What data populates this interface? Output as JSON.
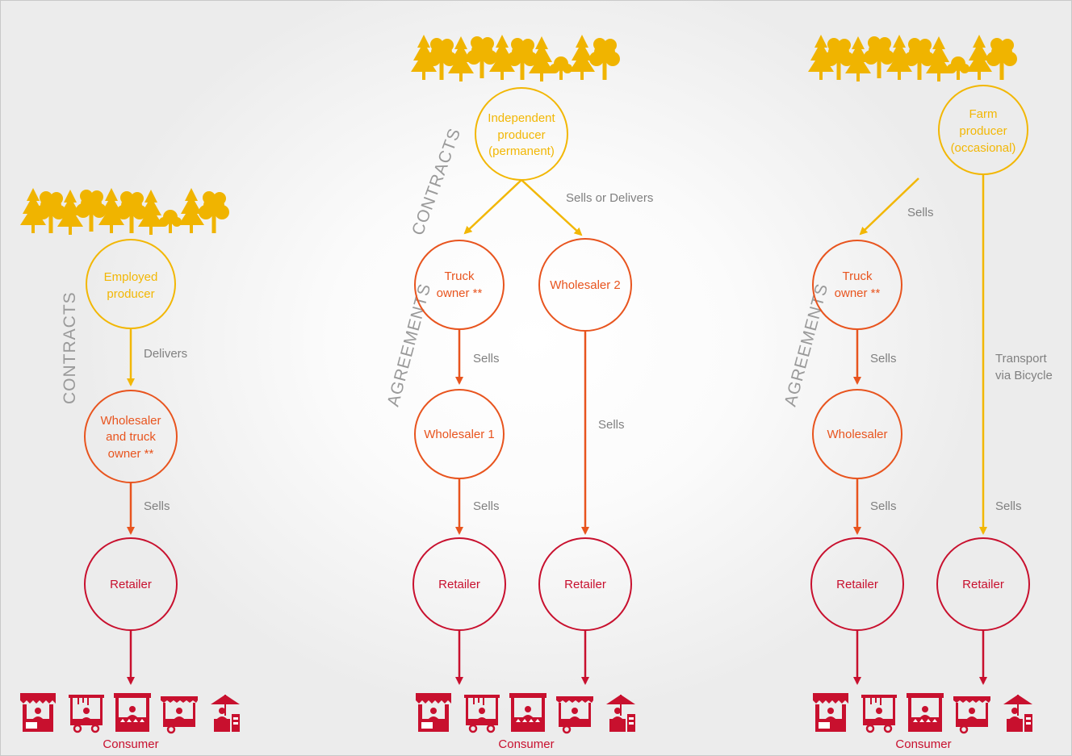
{
  "colors": {
    "producer": "#f2b705",
    "intermediary": "#e8541e",
    "retailer": "#c8102e",
    "label": "#808080",
    "tree": "#f0b400"
  },
  "icons": [
    "tree-icon",
    "market-stall-icon",
    "food-cart-icon",
    "vendor-stand-icon",
    "umbrella-stall-icon"
  ],
  "chains": [
    {
      "side_label": "CONTRACTS",
      "nodes": [
        {
          "lines": [
            "Employed",
            "producer"
          ],
          "level": "producer"
        },
        {
          "lines": [
            "Wholesaler",
            "and truck",
            "owner **"
          ],
          "level": "intermediary"
        },
        {
          "lines": [
            "Retailer"
          ],
          "level": "retailer"
        }
      ],
      "edge_labels": [
        "Delivers",
        "Sells"
      ],
      "consumer": "Consumer"
    },
    {
      "side_labels": [
        "CONTRACTS",
        "AGREEMENTS"
      ],
      "producer": {
        "lines": [
          "Independent",
          "producer",
          "(permanent)"
        ]
      },
      "split_label": "Sells or Delivers",
      "branch_a": {
        "nodes": [
          {
            "lines": [
              "Truck",
              "owner **"
            ]
          },
          {
            "lines": [
              "Wholesaler 1"
            ]
          },
          {
            "lines": [
              "Retailer"
            ]
          }
        ],
        "edge_labels": [
          "Sells",
          "Sells"
        ]
      },
      "branch_b": {
        "nodes": [
          {
            "lines": [
              "Wholesaler 2"
            ]
          },
          {
            "lines": [
              "Retailer"
            ]
          }
        ],
        "edge_labels": [
          "Sells"
        ]
      },
      "consumer": "Consumer"
    },
    {
      "side_label": "AGREEMENTS",
      "producer": {
        "lines": [
          "Farm",
          "producer",
          "(occasional)"
        ]
      },
      "incoming_label": "Sells",
      "branch_a": {
        "nodes": [
          {
            "lines": [
              "Truck",
              "owner **"
            ]
          },
          {
            "lines": [
              "Wholesaler"
            ]
          },
          {
            "lines": [
              "Retailer"
            ]
          }
        ],
        "edge_labels": [
          "Sells",
          "Sells"
        ]
      },
      "branch_b": {
        "transport_label": [
          "Transport",
          "via Bicycle"
        ],
        "edge_label": "Sells",
        "nodes": [
          {
            "lines": [
              "Retailer"
            ]
          }
        ]
      },
      "consumer": "Consumer"
    }
  ]
}
